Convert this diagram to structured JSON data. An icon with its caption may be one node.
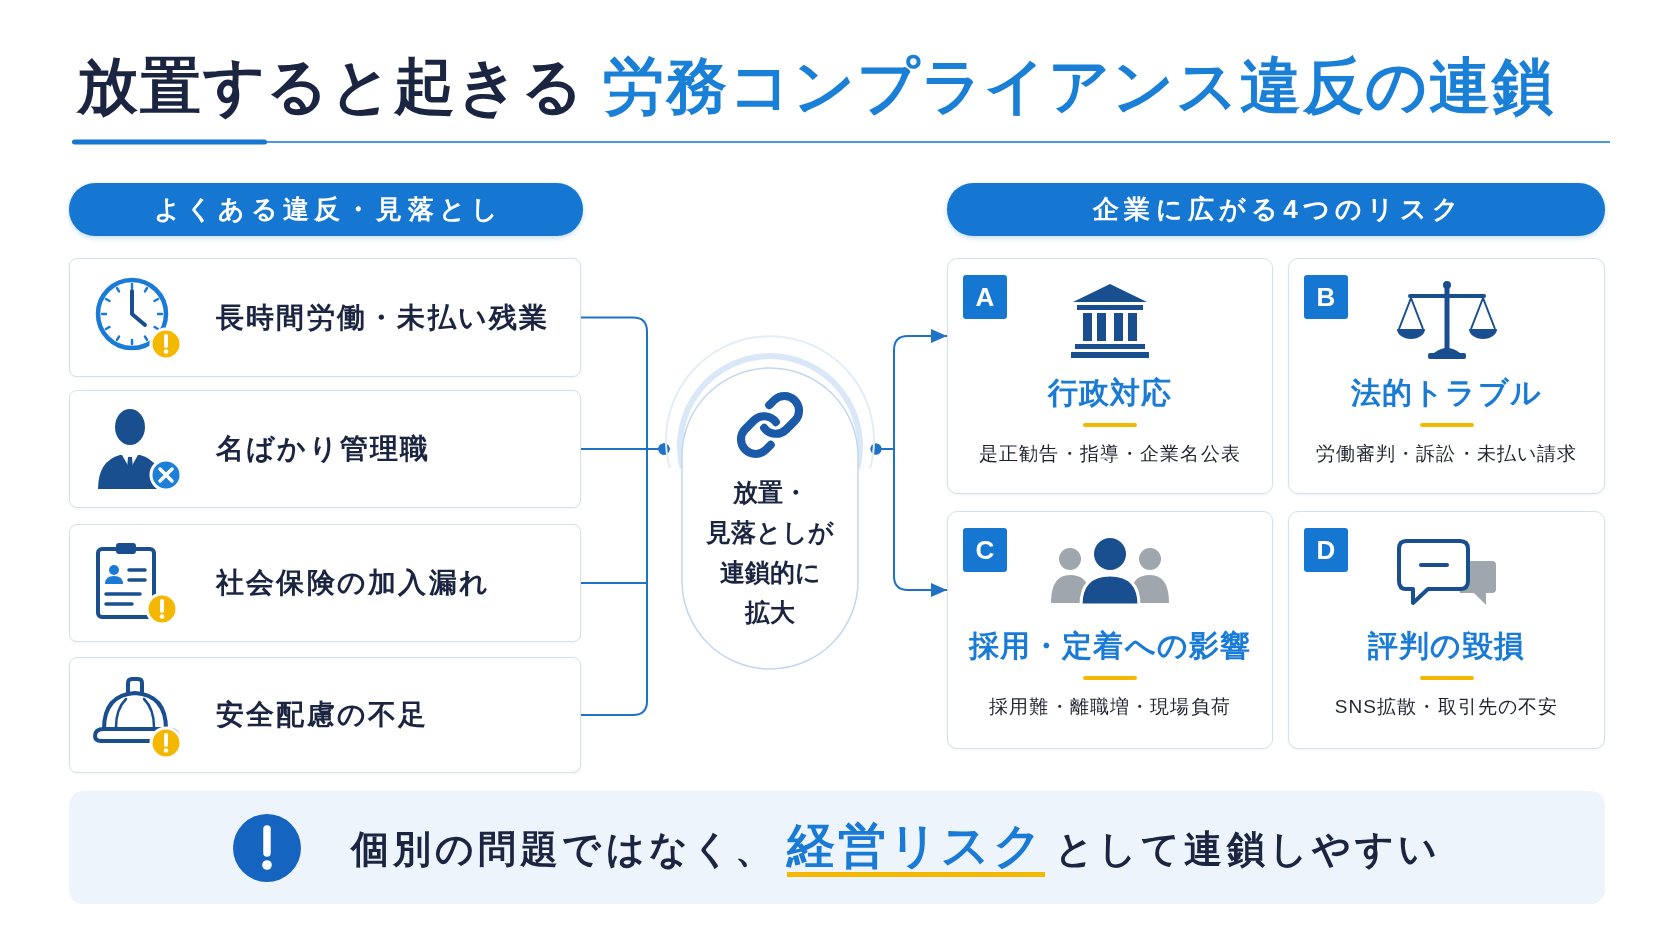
{
  "diagram": {
    "title": "放置すると起きる **労務コンプライアンス違反の連鎖**",
    "nodes": [
      {
        "text": [
          "よくある違反・見落とし"
        ]
      },
      {
        "text": [
          "長時間労働・未払い残業"
        ]
      },
      {
        "text": [
          "名ばかり管理職"
        ]
      },
      {
        "text": [
          "社会保険の加入漏れ"
        ]
      },
      {
        "text": [
          "安全配慮の不足"
        ]
      },
      {
        "text": [
          "放置・見落としが連鎖的に拡大"
        ]
      },
      {
        "text": [
          "企業に広がる4つのリスク"
        ]
      },
      {
        "text": [
          "行政対応",
          "是正勧告・指導・企業名公表"
        ]
      },
      {
        "text": [
          "A"
        ],
        "in": 7
      },
      {
        "text": [
          "法的トラブル",
          "労働審判・訴訟・未払い請求"
        ]
      },
      {
        "text": [
          "B"
        ],
        "in": 9
      },
      {
        "text": [
          "採用・定着への影響",
          "採用難・離職増・現場負荷"
        ]
      },
      {
        "text": [
          "C"
        ],
        "in": 11
      },
      {
        "text": [
          "評判の毀損",
          "SNS拡散・取引先の不安"
        ]
      },
      {
        "text": [
          "D"
        ],
        "in": 13
      },
      {
        "text": [
          "個別の問題ではなく、**経営リスク**として連鎖しやすい"
        ]
      }
    ],
    "edges": [
      {
        "from": 1,
        "to": 5,
        "arrow": "other"
      },
      {
        "from": 2,
        "to": 5,
        "arrow": "other"
      },
      {
        "from": 3,
        "to": 5,
        "arrow": "other"
      },
      {
        "from": 4,
        "to": 5,
        "arrow": "other"
      },
      {
        "from": 5,
        "to": 7,
        "arrow": "to"
      },
      {
        "from": 5,
        "to": 11,
        "arrow": "to"
      }
    ]
  }
}
